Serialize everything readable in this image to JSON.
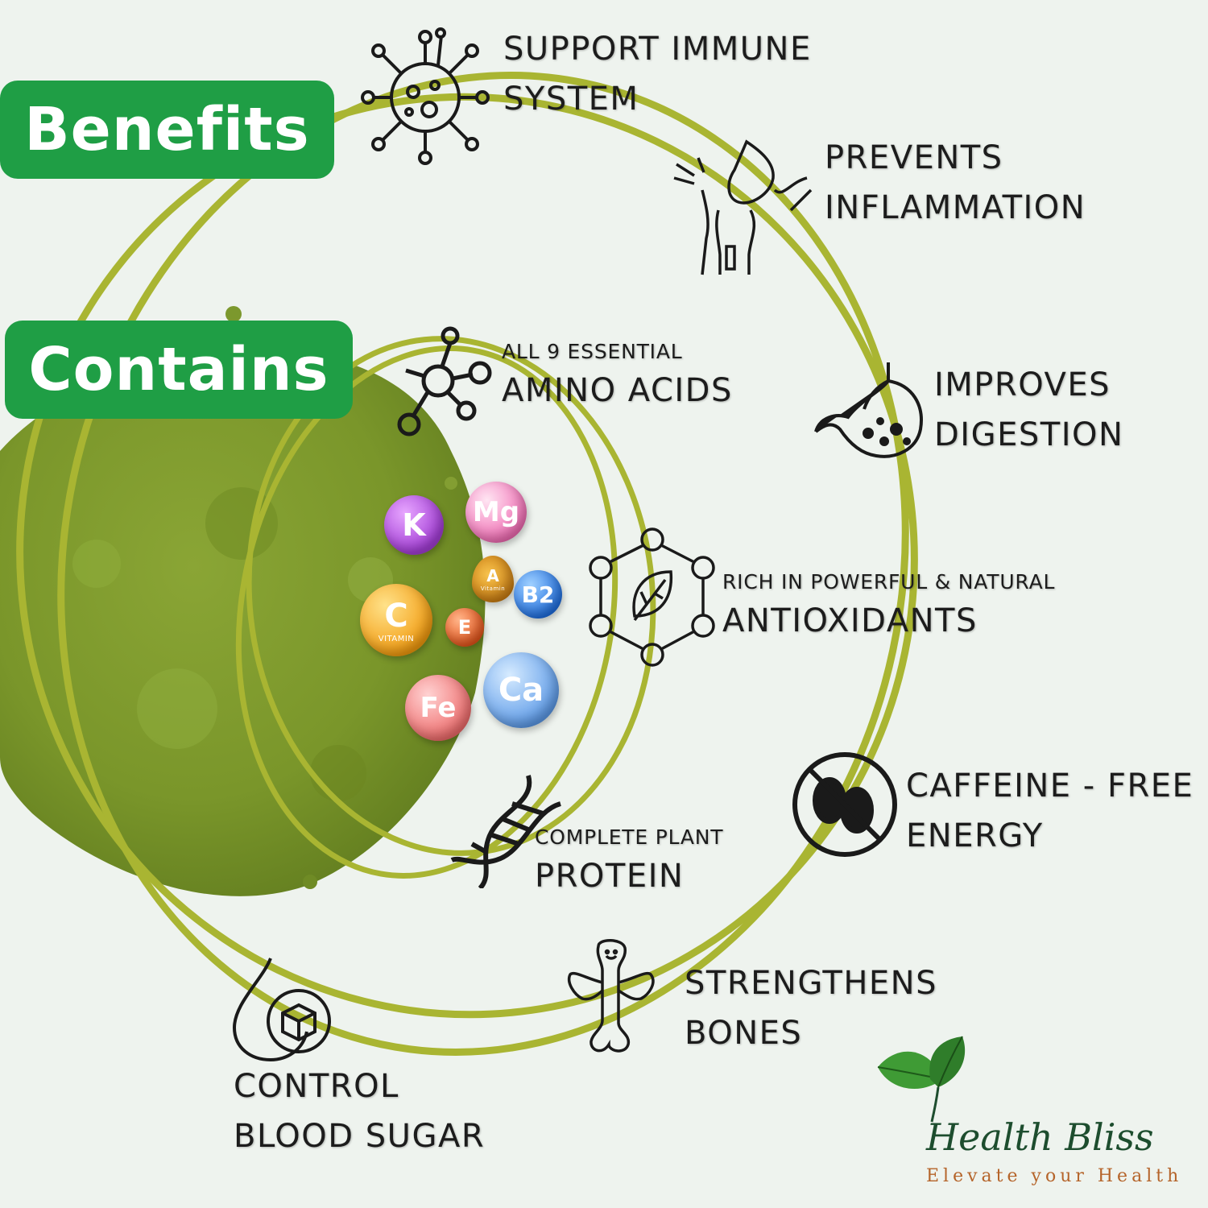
{
  "badges": {
    "benefits": "Benefits",
    "contains": "Contains"
  },
  "benefits": {
    "immune": [
      "SUPPORT IMMUNE",
      "SYSTEM"
    ],
    "inflammation": [
      "PREVENTS",
      "INFLAMMATION"
    ],
    "digestion": [
      "IMPROVES",
      "DIGESTION"
    ],
    "caffeine": [
      "CAFFEINE - FREE",
      "ENERGY"
    ],
    "bones": [
      "STRENGTHENS",
      "BONES"
    ],
    "blood_sugar": [
      "CONTROL",
      "BLOOD SUGAR"
    ]
  },
  "contains": {
    "amino": {
      "small": "ALL 9 ESSENTIAL",
      "big": "AMINO ACIDS"
    },
    "antioxidants": {
      "small": "RICH IN POWERFUL & NATURAL",
      "big": "ANTIOXIDANTS"
    },
    "protein": {
      "small": "COMPLETE PLANT",
      "big": "PROTEIN"
    }
  },
  "vitamins": {
    "k": "K",
    "mg": "Mg",
    "a": "A",
    "a_sub": "Vitamin",
    "b2": "B2",
    "c": "C",
    "c_sub": "VITAMIN",
    "e": "E",
    "fe": "Fe",
    "ca": "Ca"
  },
  "brand": {
    "name": "Health Bliss",
    "tagline": "Elevate your Health"
  },
  "colors": {
    "ring": "#a9b532",
    "badge": "#1f9e45",
    "powder": "#7f9a2c",
    "background": "#eef3ee"
  },
  "icons": [
    "virus-icon",
    "knee-joint-icon",
    "stomach-icon",
    "no-coffee-icon",
    "strong-bone-icon",
    "blood-drop-icon",
    "molecule-icon",
    "leaf-hexagon-icon",
    "dna-icon",
    "leaf-logo-icon"
  ]
}
